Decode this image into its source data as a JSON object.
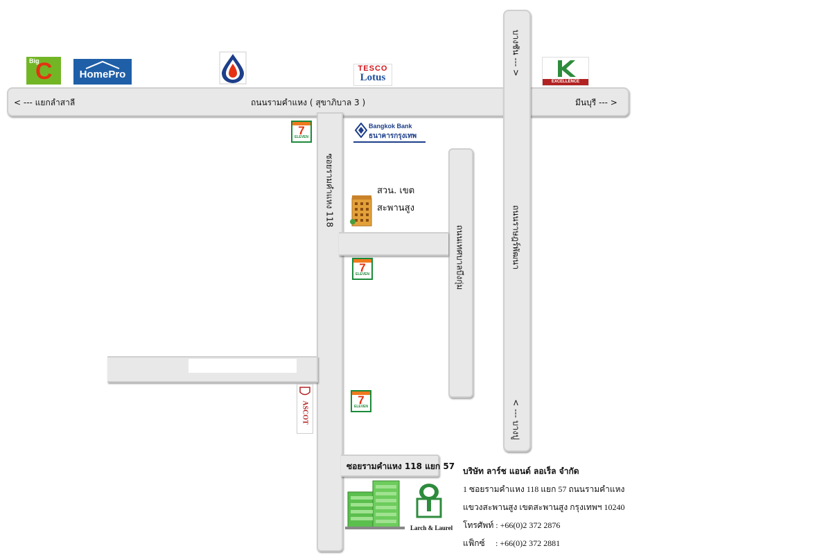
{
  "main_road": {
    "name": "ถนนรามคำแหง ( สุขาภิบาล 3 )",
    "left_label": "< --- แยกลำสาลี",
    "right_label": "มีนบุรี --- >"
  },
  "vertical_roads": {
    "soi118": "ซอยรามคำแหง 118",
    "inner_road": "ถนนเทศบาลบึงกุ่ม",
    "right_road_mid": "ถนนราษฎร์พัฒนา",
    "right_road_top": "บางชัน --- >",
    "right_road_bottom": "< --- บางปู"
  },
  "soi57_label": "ซอยรามคำแหง 118 แยก 57",
  "landmarks": {
    "police_station_line1": "สวน. เขต",
    "police_station_line2": "สะพานสูง",
    "bangkok_bank_en": "Bangkok Bank",
    "bangkok_bank_th": "ธนาคารกรุงเทพ",
    "tesco_top": "TESCO",
    "tesco_bottom": "Lotus",
    "homepro": "HomePro",
    "bigc_top": "Big",
    "bigc_letter": "C",
    "k_excellence": "EXCELLENCE",
    "ascot": "ASCOT",
    "seven_eleven": "ELEVEN",
    "larch_laurel": "Larch & Laurel"
  },
  "company": {
    "name": "บริษัท ลาร์ช แอนด์ ลอเร็ล จำกัด",
    "address1": "1 ซอยรามคำแหง 118 แยก 57 ถนนรามคำแหง",
    "address2": "แขวงสะพานสูง เขตสะพานสูง กรุงเทพฯ 10240",
    "phone_label": "โทรศัพท์ :",
    "phone": "+66(0)2 372 2876",
    "fax_label": "แฟ็กซ์",
    "fax": ":  +66(0)2 372 2881"
  },
  "colors": {
    "road_fill": "#e8e8e8",
    "seven_green": "#1a8a3a",
    "seven_orange": "#f0791e",
    "seven_red": "#e53212",
    "homepro_blue": "#1f5fa8",
    "tesco_red": "#d3161c",
    "tesco_blue": "#1d4e9a",
    "k_green": "#2e8b3d",
    "bigc_green": "#72b626",
    "bigc_red": "#e53212",
    "bank_blue": "#1d3e8a",
    "building_green": "#5bbf4e"
  }
}
